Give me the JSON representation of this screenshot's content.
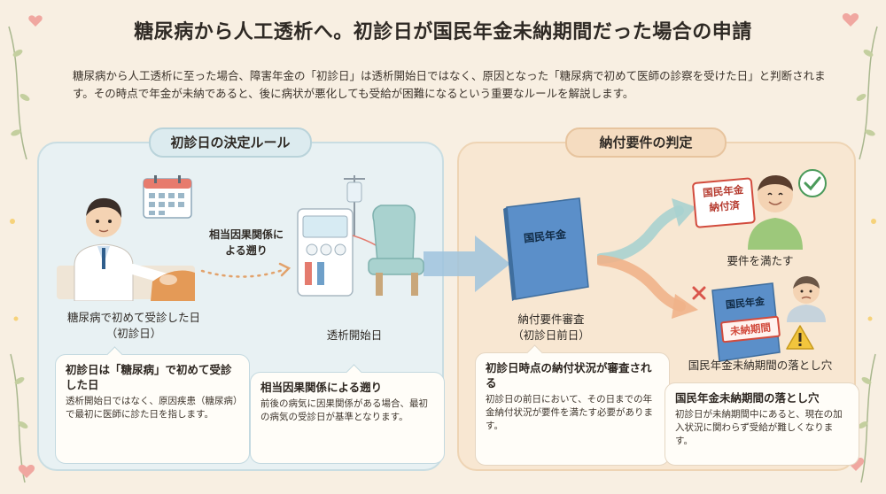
{
  "title": "糖尿病から人工透析へ。初診日が国民年金未納期間だった場合の申請",
  "intro": "糖尿病から人工透析に至った場合、障害年金の「初診日」は透析開始日ではなく、原因となった「糖尿病で初めて医師の診察を受けた日」と判断されます。その時点で年金が未納であると、後に病状が悪化しても受給が困難になるという重要なルールを解説します。",
  "left_panel": {
    "heading": "初診日の決定ルール",
    "first_visit_label": "糖尿病で初めて受診した日\n（初診日）",
    "arrow_label": "相当因果関係に\nよる遡り",
    "dialysis_label": "透析開始日",
    "card1": {
      "title": "初診日は「糖尿病」で初めて受診した日",
      "body": "透析開始日ではなく、原因疾患（糖尿病）で最初に医師に診た日を指します。"
    },
    "card2": {
      "title": "相当因果関係による遡り",
      "body": "前後の病気に因果関係がある場合、最初の病気の受診日が基準となります。"
    }
  },
  "right_panel": {
    "heading": "納付要件の判定",
    "book_text": "国民年金",
    "review_label": "納付要件審査\n（初診日前日）",
    "paid_stamp": "国民年金\n納付済",
    "paid_label": "要件を満たす",
    "book2_text": "国民年金",
    "unpaid_stamp": "未納期間",
    "unpaid_label": "国民年金未納期間の落とし穴",
    "card3": {
      "title": "初診日時点の納付状況が審査される",
      "body": "初診日の前日において、その日までの年金納付状況が要件を満たす必要があります。"
    },
    "card4": {
      "title": "国民年金未納期間の落とし穴",
      "body": "初診日が未納期間中にあると、現在の加入状況に関わらず受給が難しくなります。"
    }
  },
  "colors": {
    "accent_blue": "#5b8fc9",
    "accent_orange": "#e58a5a",
    "check_green": "#4a9a5a",
    "warn_yellow": "#f2c53d"
  }
}
